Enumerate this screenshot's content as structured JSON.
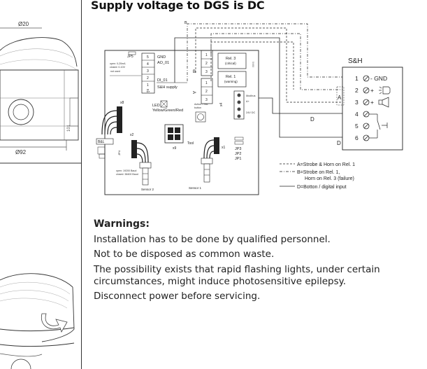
{
  "page": {
    "title": "Supply voltage to DGS is DC"
  },
  "left_drawing": {
    "dim_top": "Ø20",
    "dim_bottom": "Ø92",
    "dim_side": "101"
  },
  "diagram": {
    "jp5": "JP5",
    "mode_open": "open: 0-20mA",
    "mode_closed": "closed: 0-10V",
    "not_used": "not used",
    "terminals": [
      "5",
      "4",
      "3",
      "2",
      "1"
    ],
    "t5": "5",
    "t4": "4",
    "t3": "3",
    "t2": "2",
    "t1": "1",
    "gnd": "GND",
    "ao": "AO_01",
    "di": "DI_01",
    "sh_supply": "S&H supply",
    "relay_block_b": "B",
    "relay_block_a": "A",
    "rel3_label": "Rel. 3",
    "rel3_sub": "(critical)",
    "rel1_label": "Rel. 1",
    "rel1_sub": "(warning)",
    "rel_pins_1": "1",
    "rel_pins_2": "2",
    "rel_pins_3": "3",
    "edge_label": "5V60",
    "x8": "x8",
    "x1": "x1",
    "x2": "x2",
    "x4": "x4",
    "x9": "x9",
    "led_label": "LED",
    "led_colors": "Yellow/Green/Red",
    "action_label": "Action / Test",
    "action_sub": "button",
    "tool": "Tool",
    "x5": "x5",
    "bus_a": "Modbus",
    "bus_b": "A+",
    "bus_c": "24V DC",
    "jp3": "JP3",
    "jp2": "JP2",
    "jp1": "JP1",
    "bl": "B&L",
    "jp4": "JP4",
    "term_open": "open: 19200 Baud",
    "term_closed": "closed: 38400 Baud",
    "sensor2": "Sensor 2",
    "sensor1": "Sensor 1",
    "sh_title": "S&H",
    "sh_rows": [
      "1",
      "2",
      "3",
      "4",
      "5",
      "6"
    ],
    "sh_gnd": "- GND",
    "sh_plus2": "+",
    "sh_plus3": "+",
    "sh_a": "A",
    "sh_d1": "D",
    "sh_d2": "D",
    "top_b": "B",
    "legend_a": "A=Strobe & Horn on Rel. 1",
    "legend_b1": "B=Strobe on Rel. 1,",
    "legend_b2": "Horn on Rel. 3 (failure)",
    "legend_d": "D=Botton / digital input"
  },
  "warnings": {
    "title": "Warnings:",
    "line1": "Installation has to be done by qualified personnel.",
    "line2": "Not to be disposed as common waste.",
    "line3a": "The possibility exists that rapid flashing lights, under certain",
    "line3b": "circumstances, might induce photosensitive epilepsy.",
    "line4": "Disconnect power before servicing."
  }
}
